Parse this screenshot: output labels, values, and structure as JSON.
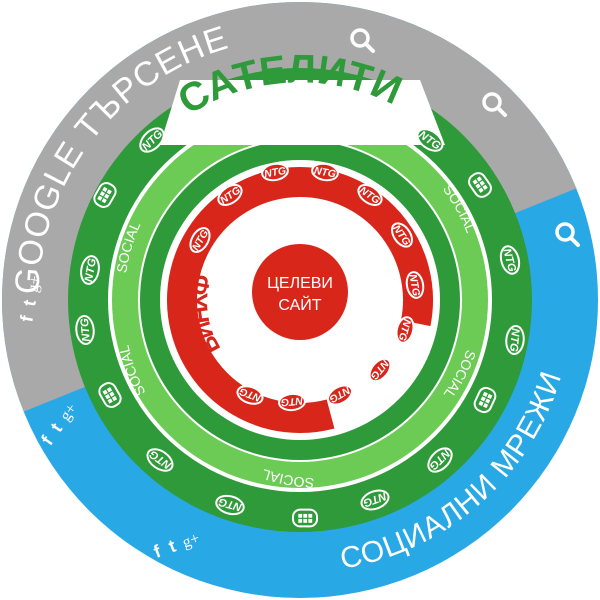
{
  "rings": {
    "google_search": {
      "label": "GOOGLE ТЪРСЕНЕ",
      "color": "#a9a9a9"
    },
    "social_networks": {
      "label": "СОЦИАЛНИ МРЕЖИ",
      "color": "#29a8e6"
    },
    "satellites": {
      "label": "САТЕЛИТИ",
      "color": "#2e9a3a",
      "light": "#6ccb55"
    },
    "social_ring": {
      "label": "SOCIAL"
    },
    "funnel": {
      "label": "ФУНИЯ",
      "color": "#d8261b"
    },
    "target": {
      "line1": "ЦЕЛЕВИ",
      "line2": "САЙТ",
      "color": "#d8261b"
    }
  },
  "logo": {
    "text": "NTG"
  },
  "social_icons": {
    "facebook": "f",
    "twitter": "t",
    "googleplus": "g+"
  },
  "icons": [
    "search-icon",
    "facebook-icon",
    "twitter-icon",
    "google-plus-icon",
    "ntg-logo-icon",
    "ntg-square-logo-icon"
  ]
}
